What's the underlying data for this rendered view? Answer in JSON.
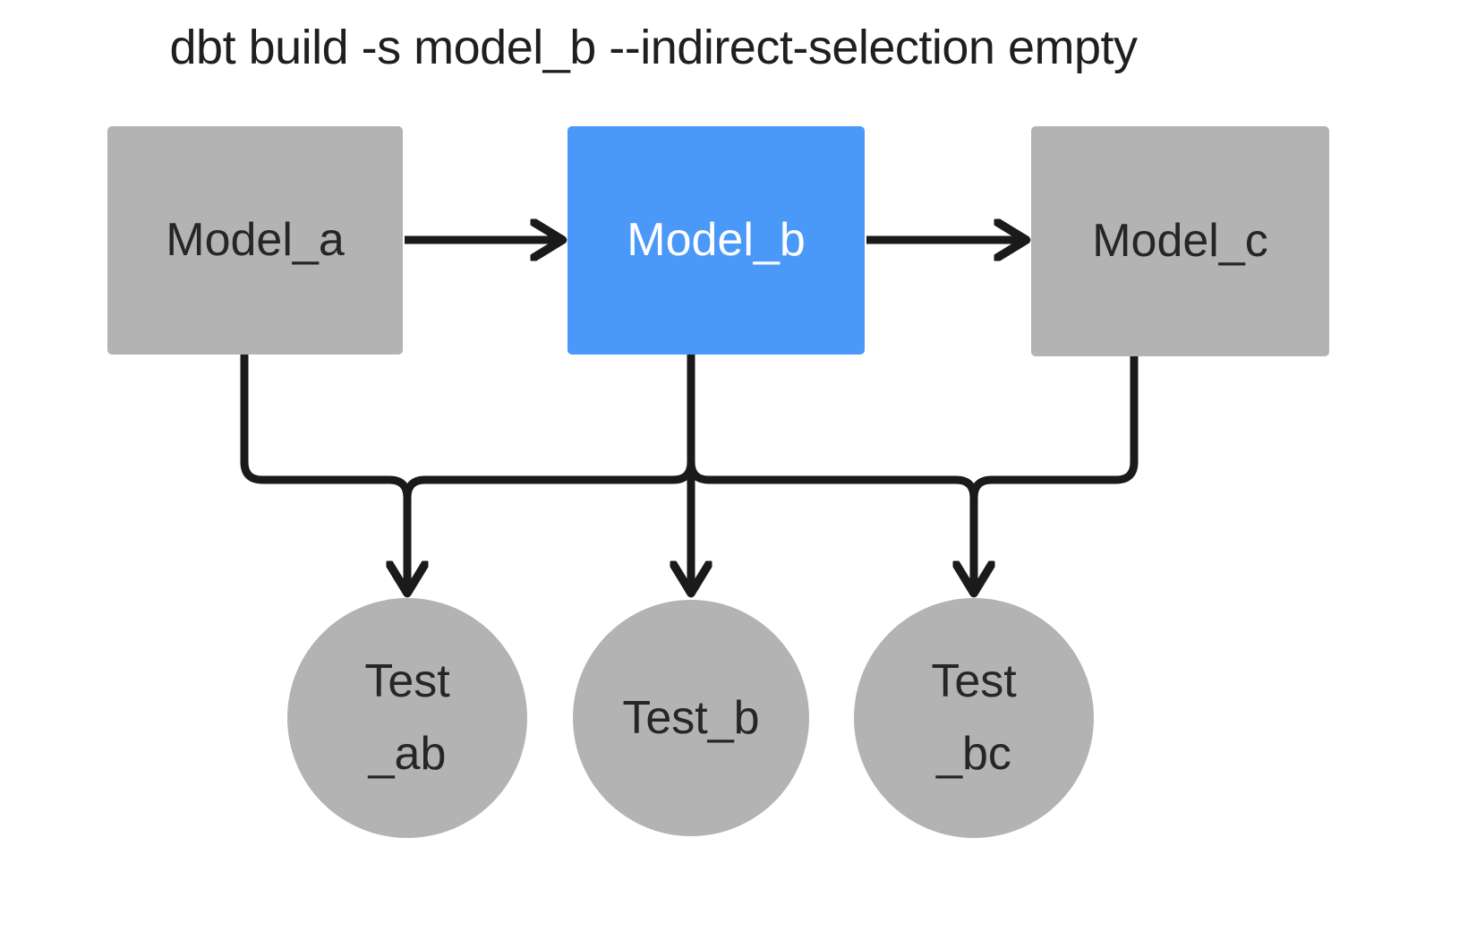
{
  "title": "dbt build -s model_b --indirect-selection empty",
  "colors": {
    "background": "#ffffff",
    "node_gray": "#b3b3b3",
    "node_selected_blue": "#4a98f7",
    "edge_black": "#1a1a1a",
    "text_dark": "#262626",
    "text_light": "#ffffff"
  },
  "nodes": {
    "models": [
      {
        "id": "model_a",
        "label": "Model_a",
        "shape": "rect",
        "state": "unselected",
        "fill": "#b3b3b3",
        "text_color": "#262626"
      },
      {
        "id": "model_b",
        "label": "Model_b",
        "shape": "rect",
        "state": "selected",
        "fill": "#4a98f7",
        "text_color": "#ffffff"
      },
      {
        "id": "model_c",
        "label": "Model_c",
        "shape": "rect",
        "state": "unselected",
        "fill": "#b3b3b3",
        "text_color": "#262626"
      }
    ],
    "tests": [
      {
        "id": "test_ab",
        "label": "Test\n_ab",
        "shape": "circle",
        "state": "unselected",
        "fill": "#b3b3b3",
        "text_color": "#262626"
      },
      {
        "id": "test_b",
        "label": "Test_b",
        "shape": "circle",
        "state": "unselected",
        "fill": "#b3b3b3",
        "text_color": "#262626"
      },
      {
        "id": "test_bc",
        "label": "Test\n_bc",
        "shape": "circle",
        "state": "unselected",
        "fill": "#b3b3b3",
        "text_color": "#262626"
      }
    ]
  },
  "edges": [
    {
      "from": "model_a",
      "to": "model_b",
      "style": "straight-arrow"
    },
    {
      "from": "model_b",
      "to": "model_c",
      "style": "straight-arrow"
    },
    {
      "from": "model_a",
      "to": "test_ab",
      "style": "elbow-arrow"
    },
    {
      "from": "model_b",
      "to": "test_ab",
      "style": "elbow-arrow"
    },
    {
      "from": "model_b",
      "to": "test_b",
      "style": "straight-arrow"
    },
    {
      "from": "model_b",
      "to": "test_bc",
      "style": "elbow-arrow"
    },
    {
      "from": "model_c",
      "to": "test_bc",
      "style": "elbow-arrow"
    }
  ]
}
